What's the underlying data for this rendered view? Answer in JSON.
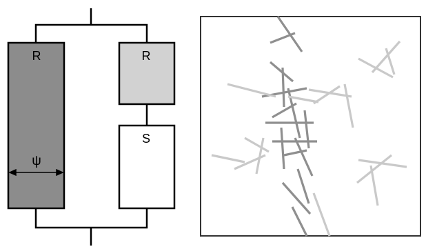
{
  "circuit": {
    "left_resistor_label": "R",
    "right_resistor_label": "R",
    "series_element_label": "S",
    "width_symbol": "ψ",
    "colors": {
      "wire": "#000000",
      "left_fill": "#8c8c8c",
      "right_fill": "#d2d2d2",
      "series_fill": "#ffffff"
    }
  },
  "network": {
    "colors": {
      "dark_stick": "#8f8f8f",
      "light_stick": "#c9c9c9",
      "frame": "#333333"
    }
  }
}
